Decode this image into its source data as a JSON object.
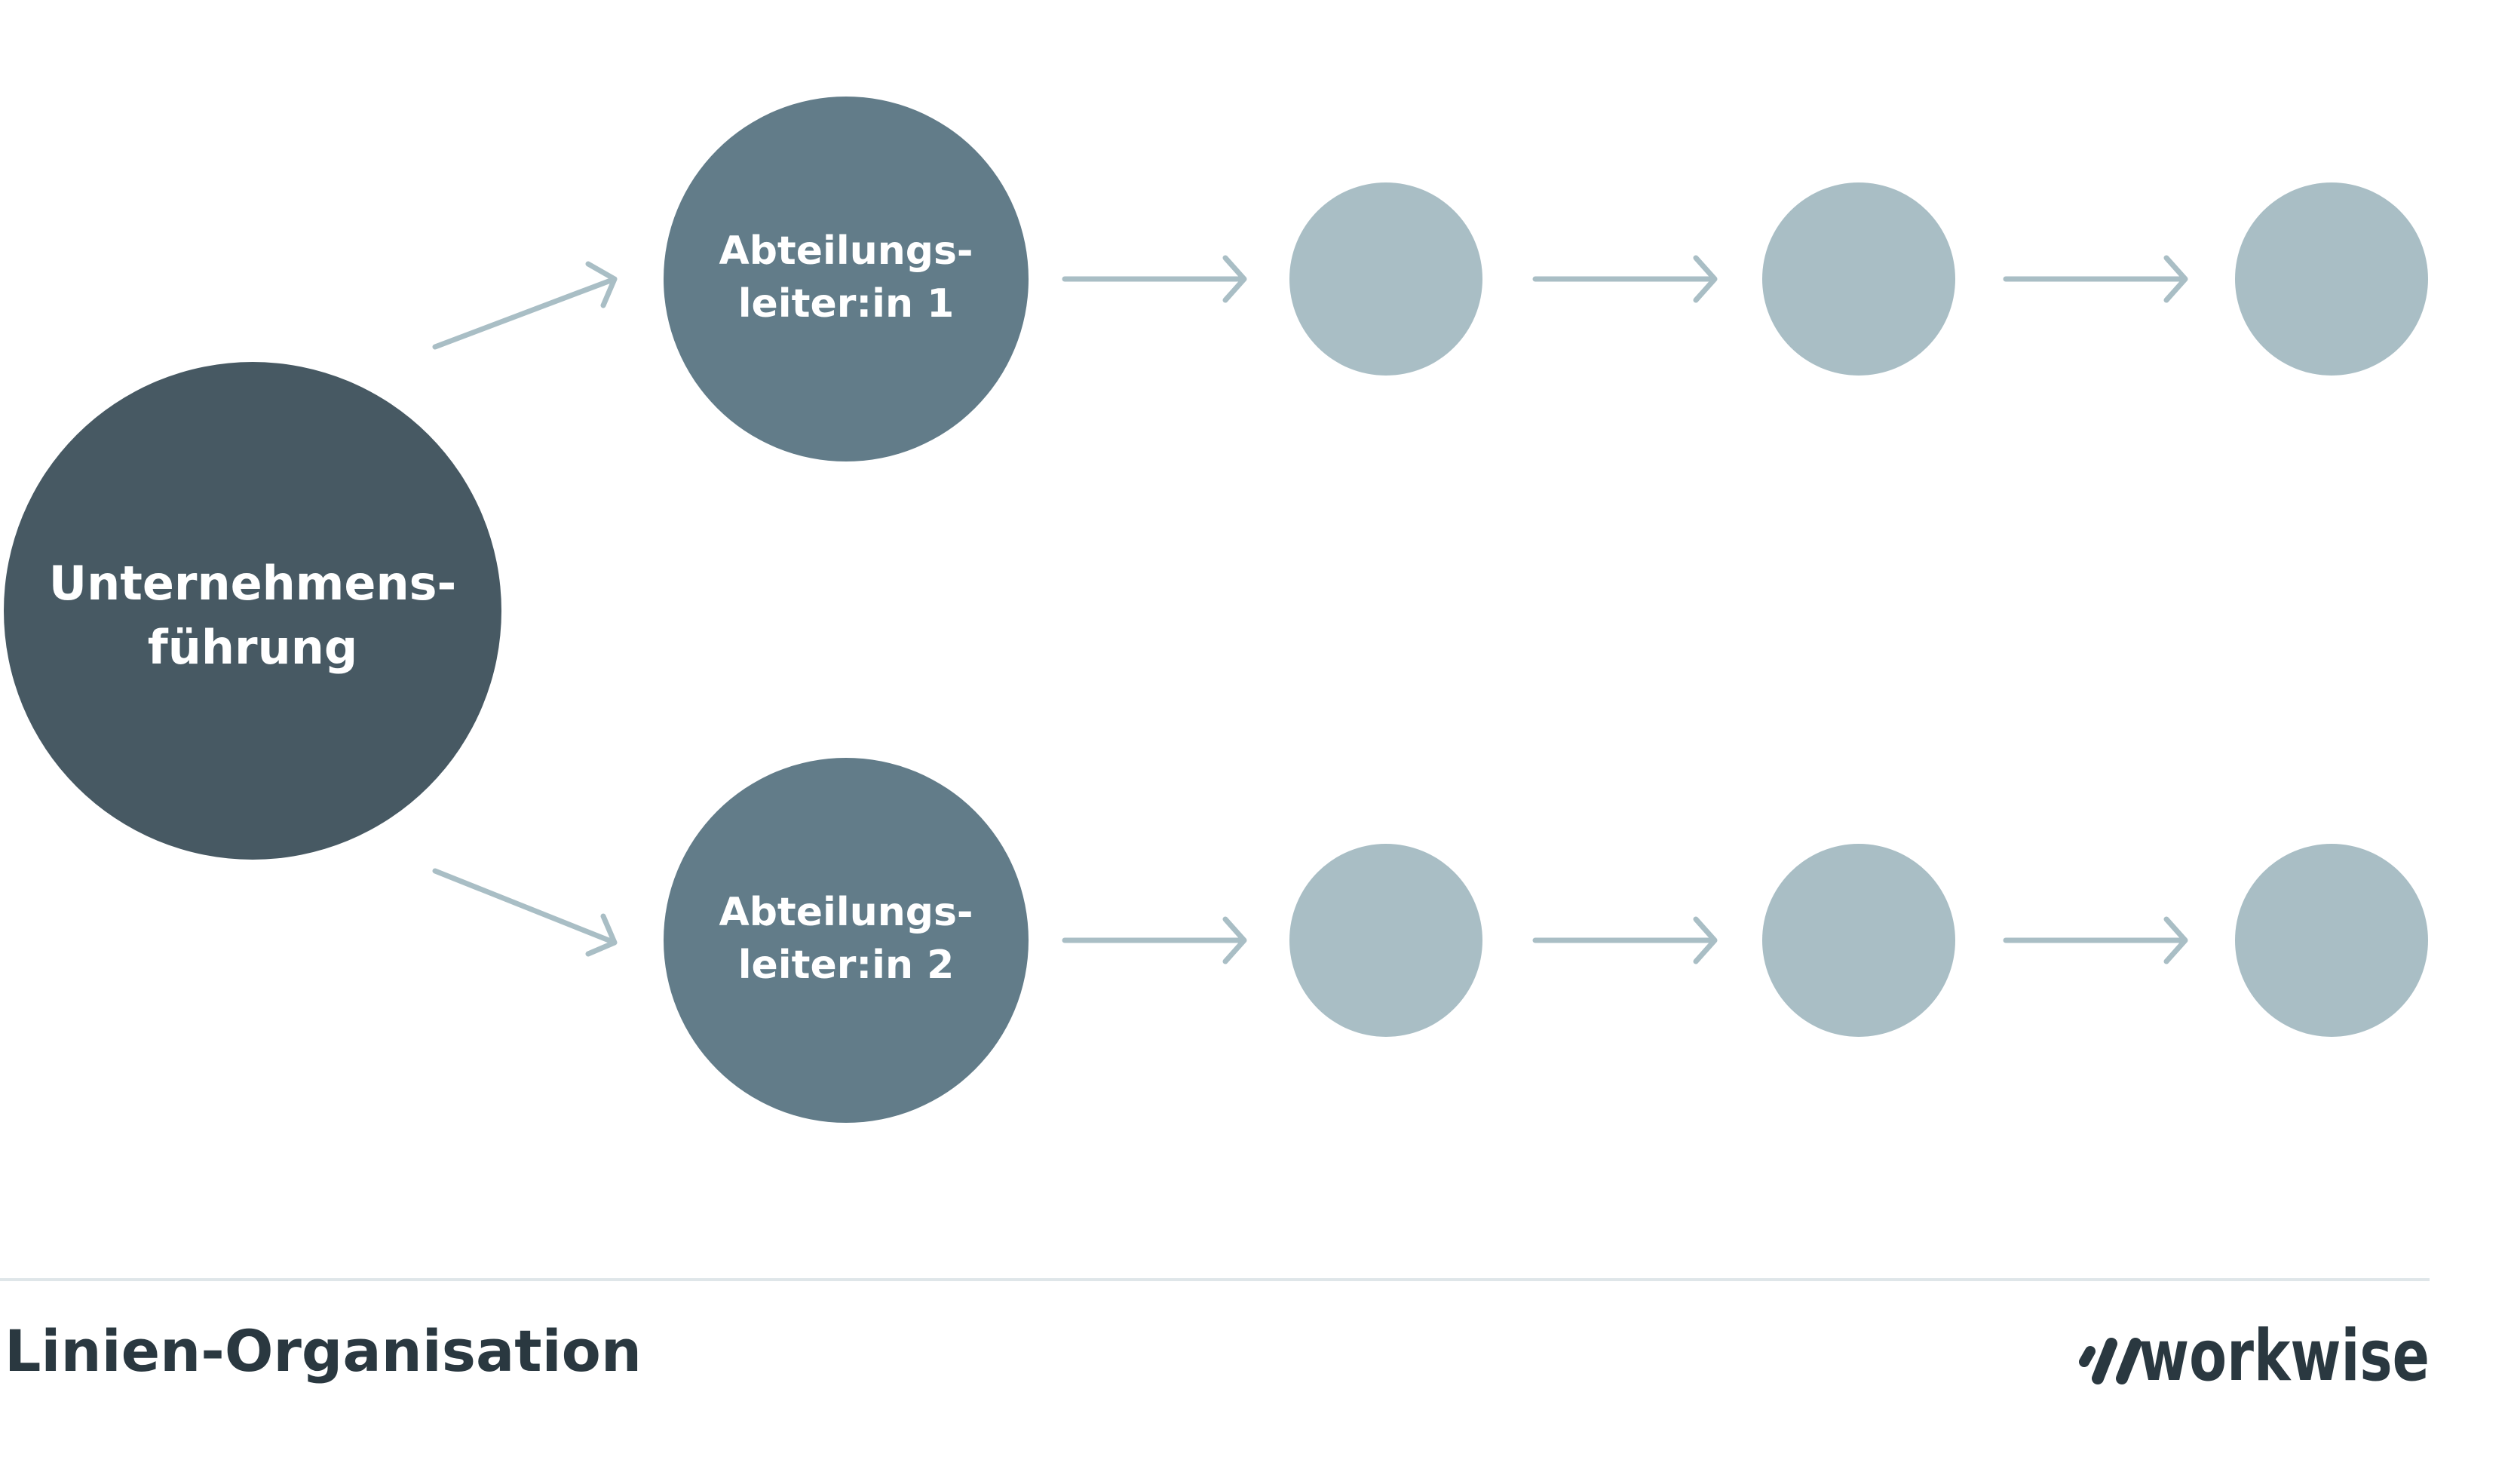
{
  "diagram": {
    "root": {
      "label_line1": "Unternehmens-",
      "label_line2": "führung"
    },
    "managers": [
      {
        "label_line1": "Abteilungs-",
        "label_line2": "leiter:in 1"
      },
      {
        "label_line1": "Abteilungs-",
        "label_line2": "leiter:in 2"
      }
    ],
    "subordinates_per_line": 3
  },
  "footer": {
    "title": "Linien-Organisation",
    "brand": "workwise"
  },
  "colors": {
    "root": "#475963",
    "manager": "#627c89",
    "subordinate": "#a9bec5",
    "arrow": "#a9bec5",
    "divider": "#dfe6e9",
    "text_dark": "#2a3840"
  },
  "icons": {
    "arrow": "arrow-right-icon",
    "brand_mark": "workwise-logo-icon"
  }
}
